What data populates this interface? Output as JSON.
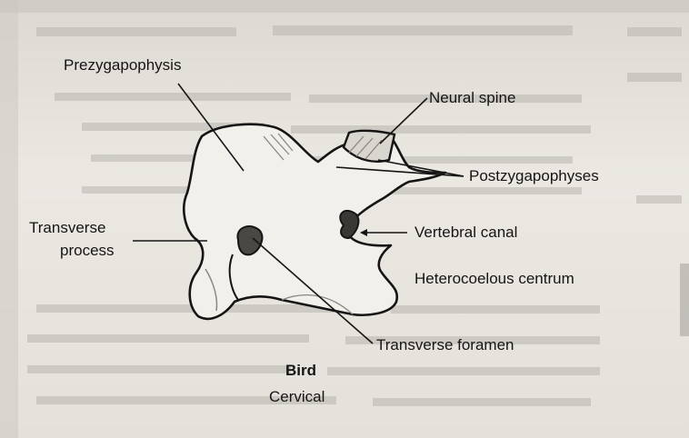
{
  "labels": {
    "prezygapophysis": "Prezygapophysis",
    "neural_spine": "Neural spine",
    "postzygapophyses": "Postzygapophyses",
    "transverse_process_line1": "Transverse",
    "transverse_process_line2": "process",
    "vertebral_canal": "Vertebral canal",
    "heterocoelous_centrum": "Heterocoelous centrum",
    "transverse_foramen": "Transverse foramen"
  },
  "caption": {
    "title": "Bird",
    "subtitle": "Cervical"
  },
  "colors": {
    "ink": "#151515",
    "paper": "#e6e3dc",
    "bone_fill": "#f2f0eb",
    "shade": "#8a8781"
  }
}
